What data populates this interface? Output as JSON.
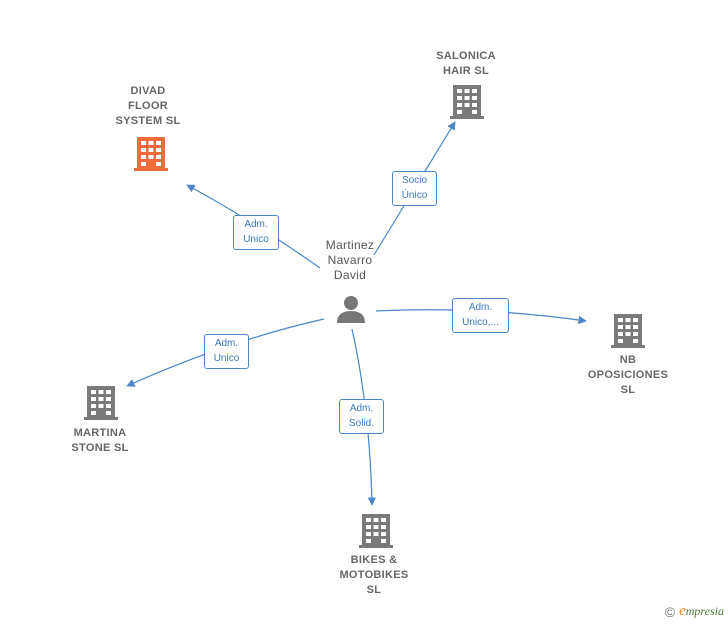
{
  "person": {
    "name": "Martinez\nNavarro\nDavid"
  },
  "companies": {
    "divad": {
      "name": "DIVAD\nFLOOR\nSYSTEM  SL",
      "highlight": true
    },
    "salonica": {
      "name": "SALONICA\nHAIR  SL",
      "highlight": false
    },
    "nb": {
      "name": "NB\nOPOSICIONES\nSL",
      "highlight": false
    },
    "martina": {
      "name": "MARTINA\nSTONE SL",
      "highlight": false
    },
    "bikes": {
      "name": "BIKES &\nMOTOBIKES\nSL",
      "highlight": false
    }
  },
  "relations": {
    "divad": "Adm.\nUnico",
    "salonica": "Socio\nÚnico",
    "nb": "Adm.\nUnico,...",
    "martina": "Adm.\nUnico",
    "bikes": "Adm.\nSolid."
  },
  "colors": {
    "edge": "#4a86c8",
    "building": "#7a7a7a",
    "highlight": "#f26b3a",
    "person": "#777777"
  },
  "footer": {
    "copyright": "©",
    "brand_initial": "e",
    "brand_rest": "mpresia"
  }
}
